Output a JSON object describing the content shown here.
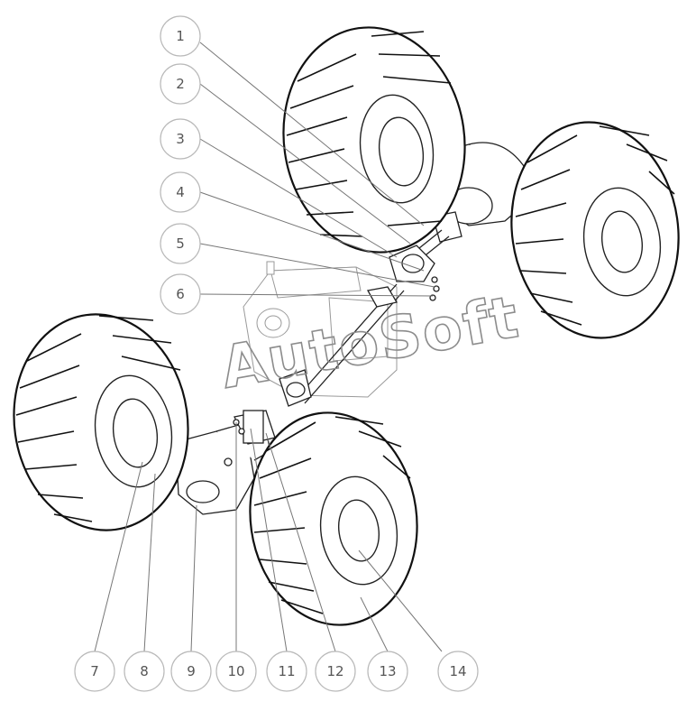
{
  "watermark": "AutoSoft",
  "callouts": [
    "1",
    "2",
    "3",
    "4",
    "5",
    "6",
    "7",
    "8",
    "9",
    "10",
    "11",
    "12",
    "13",
    "14"
  ]
}
